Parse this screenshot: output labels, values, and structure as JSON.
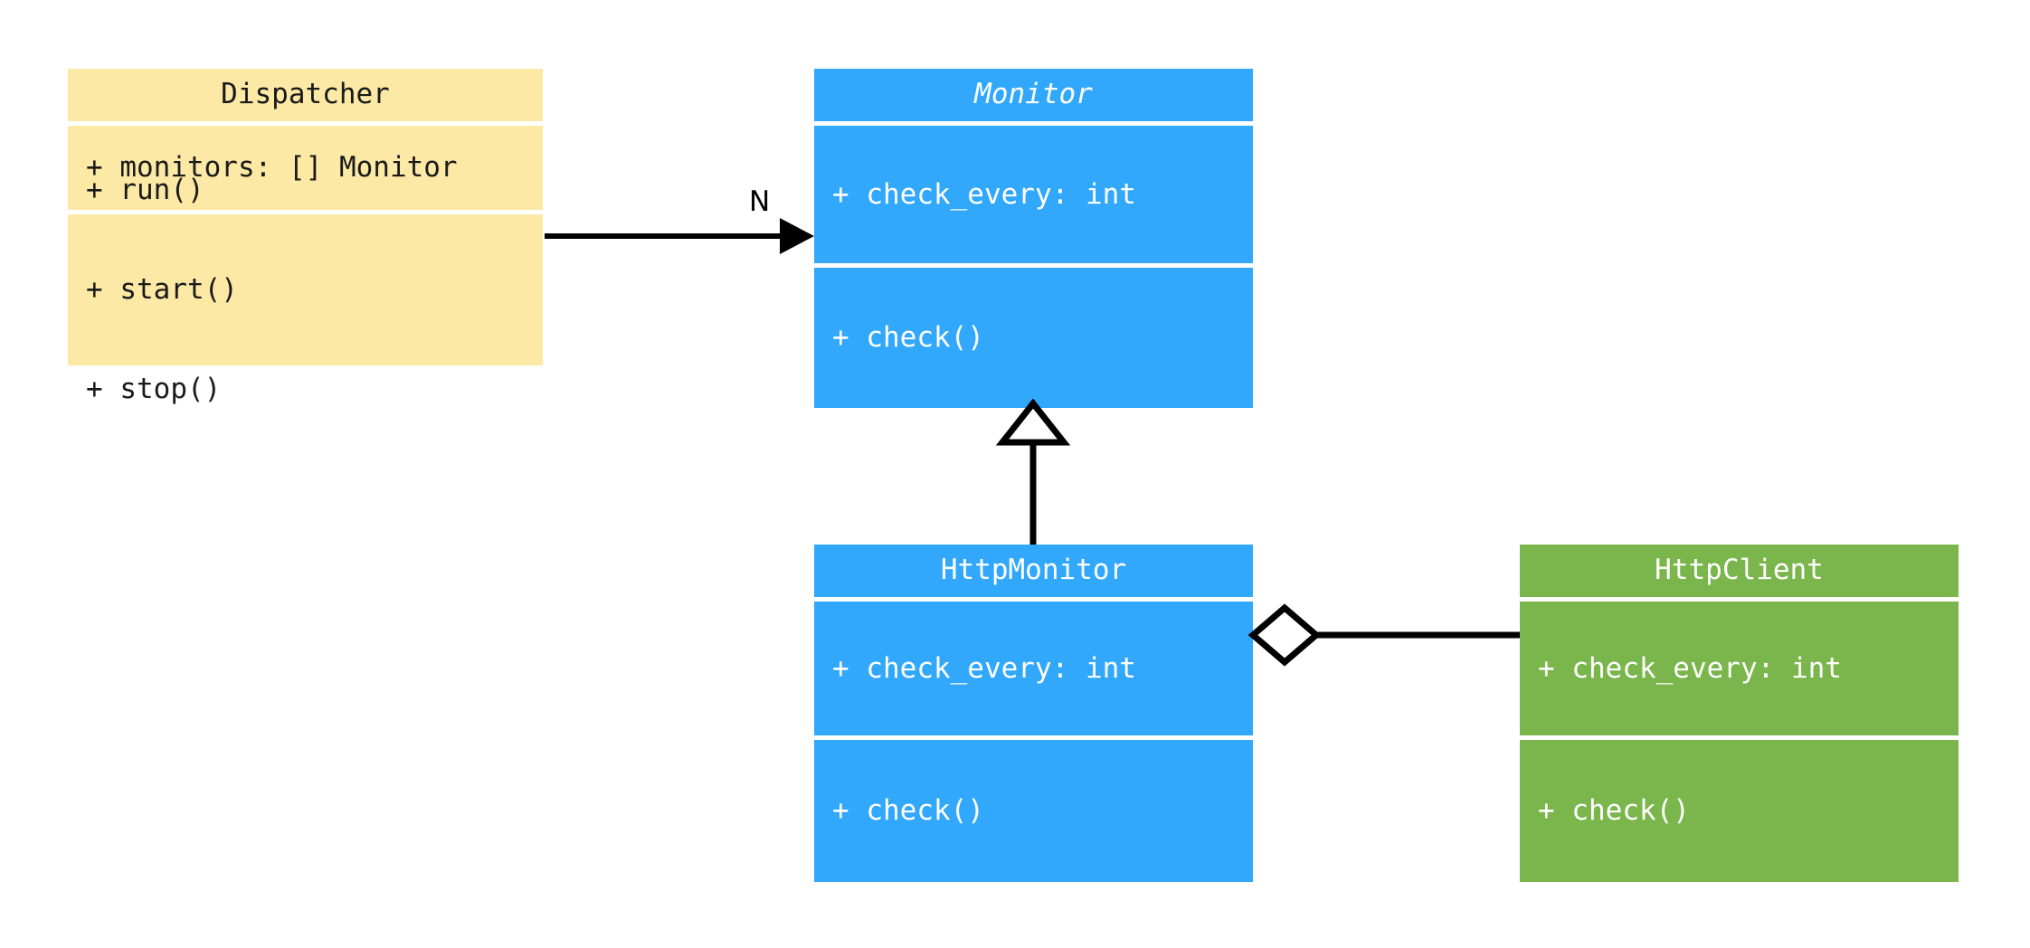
{
  "diagram": {
    "type": "uml-class-diagram",
    "background_color": "#ffffff",
    "palette": {
      "yellow": "#fce9a5",
      "blue": "#31a8fc",
      "green": "#7ab64c",
      "line": "#000000",
      "text_dark": "#1a1a1a",
      "text_light": "#ffffff"
    }
  },
  "classes": {
    "dispatcher": {
      "name": "Dispatcher",
      "abstract": false,
      "color": "#fce9a5",
      "attributes": [
        "+ monitors: [] Monitor"
      ],
      "methods": [
        "+ run()",
        "+ start()",
        "+ stop()"
      ]
    },
    "monitor": {
      "name": "Monitor",
      "abstract": true,
      "color": "#31a8fc",
      "attributes": [
        "+ check_every: int"
      ],
      "methods": [
        "+ check()"
      ]
    },
    "http_monitor": {
      "name": "HttpMonitor",
      "abstract": false,
      "color": "#31a8fc",
      "attributes": [
        "+ check_every: int"
      ],
      "methods": [
        "+ check()"
      ]
    },
    "http_client": {
      "name": "HttpClient",
      "abstract": false,
      "color": "#7ab64c",
      "attributes": [
        "+ check_every: int"
      ],
      "methods": [
        "+ check()"
      ]
    }
  },
  "relationships": {
    "dispatcher_to_monitor": {
      "kind": "association",
      "from": "Dispatcher",
      "to": "Monitor",
      "label": "N",
      "arrow": "open-arrow"
    },
    "http_monitor_to_monitor": {
      "kind": "generalization",
      "from": "HttpMonitor",
      "to": "Monitor",
      "label": "",
      "arrow": "hollow-triangle"
    },
    "http_monitor_to_http_client": {
      "kind": "aggregation",
      "from": "HttpMonitor",
      "to": "HttpClient",
      "label": "",
      "arrow": "hollow-diamond"
    }
  }
}
